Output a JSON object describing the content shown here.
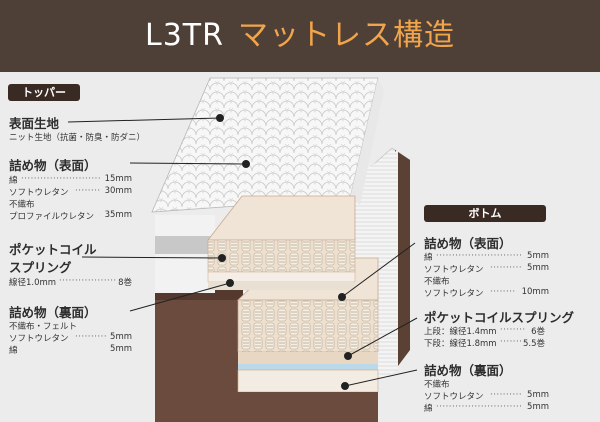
{
  "header": {
    "model": "L3TR",
    "title": "マットレス構造"
  },
  "topper": {
    "tag": "トッパー",
    "surface": {
      "title": "表面生地",
      "desc": "ニット生地（抗菌・防臭・防ダニ）"
    },
    "fill_top": {
      "title": "詰め物（表面）",
      "rows": [
        {
          "name": "綿",
          "value": "15mm"
        },
        {
          "name": "ソフトウレタン",
          "value": "30mm"
        },
        {
          "name": "不織布",
          "value": ""
        },
        {
          "name": "プロファイルウレタン",
          "value": "35mm"
        }
      ]
    },
    "pocket_coil": {
      "title_line1": "ポケットコイル",
      "title_line2": "スプリング",
      "rows": [
        {
          "name": "線径1.0mm",
          "value": "8巻"
        }
      ]
    },
    "fill_bottom": {
      "title": "詰め物（裏面）",
      "rows": [
        {
          "name": "不織布・フェルト",
          "value": ""
        },
        {
          "name": "ソフトウレタン",
          "value": "5mm"
        },
        {
          "name": "綿",
          "value": "5mm"
        }
      ]
    }
  },
  "bottom": {
    "tag": "ボトム",
    "fill_top": {
      "title": "詰め物（表面）",
      "rows": [
        {
          "name": "綿",
          "value": "5mm"
        },
        {
          "name": "ソフトウレタン",
          "value": "5mm"
        },
        {
          "name": "不織布",
          "value": ""
        },
        {
          "name": "ソフトウレタン",
          "value": "10mm"
        }
      ]
    },
    "pocket_coil": {
      "title": "ポケットコイルスプリング",
      "rows": [
        {
          "name": "上段：線径1.4mm",
          "value": "6巻"
        },
        {
          "name": "下段：線径1.8mm",
          "value": "5.5巻"
        }
      ]
    },
    "fill_bottom": {
      "title": "詰め物（裏面）",
      "rows": [
        {
          "name": "不織布",
          "value": ""
        },
        {
          "name": "ソフトウレタン",
          "value": "5mm"
        },
        {
          "name": "綿",
          "value": "5mm"
        }
      ]
    }
  }
}
